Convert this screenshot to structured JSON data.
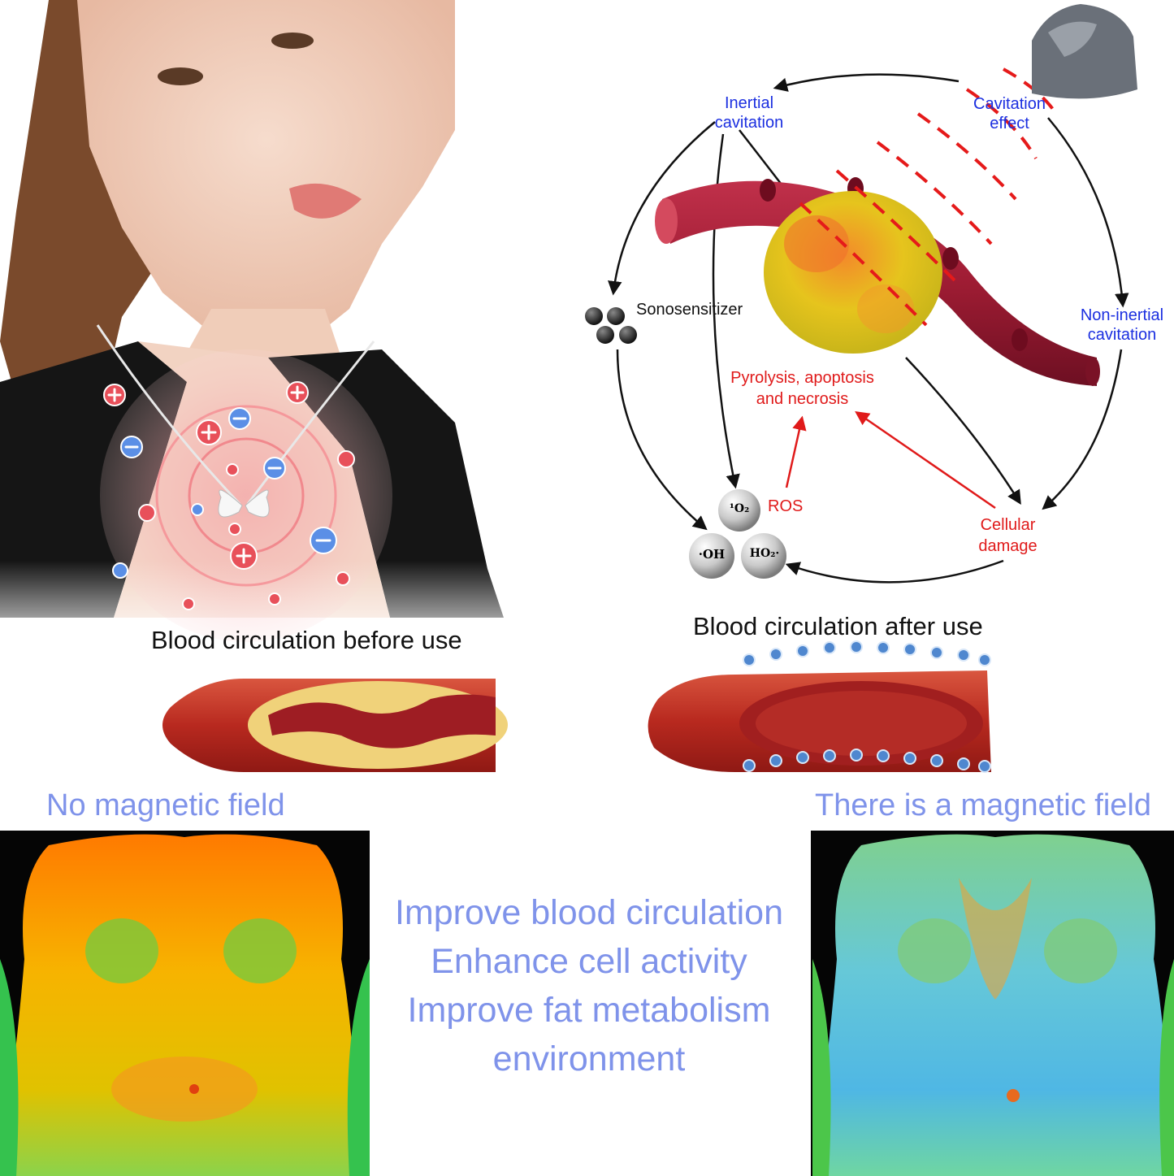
{
  "diagram": {
    "inertial_cavitation": [
      "Inertial",
      "cavitation"
    ],
    "cavitation_effect": [
      "Cavitation",
      "effect"
    ],
    "non_inertial_cavitation": [
      "Non-inertial",
      "cavitation"
    ],
    "sonosensitizer": "Sonosensitizer",
    "outcome": [
      "Pyrolysis, apoptosis",
      "and necrosis"
    ],
    "ros": "ROS",
    "cellular_damage": [
      "Cellular",
      "damage"
    ],
    "molecules": {
      "o2": "¹O₂",
      "oh": "·OH",
      "ho2": "HO₂·"
    }
  },
  "captions": {
    "before": "Blood circulation before use",
    "after": "Blood circulation after use"
  },
  "thermal": {
    "left_label": "No magnetic field",
    "right_label": "There is a magnetic field"
  },
  "benefits": [
    "Improve blood circulation",
    "Enhance cell activity",
    "Improve fat metabolism",
    "environment"
  ],
  "colors": {
    "positive_charge": "#e8505a",
    "negative_charge": "#5b8fe6",
    "diagram_blue": "#1b2fe0",
    "diagram_red": "#e01a1a",
    "label_blue": "#7f93ea"
  }
}
